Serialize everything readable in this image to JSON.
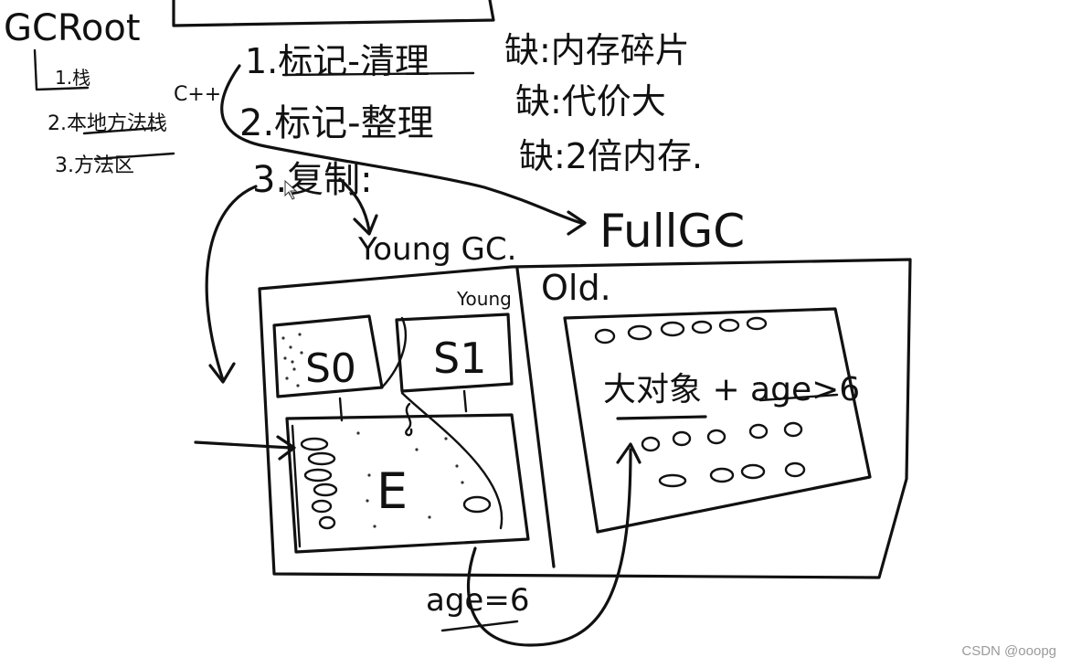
{
  "gc_roots": {
    "title": "GCRoot",
    "items": [
      "1.栈",
      "2.本地方法栈",
      "3.方法区"
    ],
    "extra_note": "C++"
  },
  "algorithms": [
    {
      "name": "1.标记-清理",
      "drawback": "缺:内存碎片"
    },
    {
      "name": "2.标记-整理",
      "drawback": "缺:代价大"
    },
    {
      "name": "3.复制:",
      "drawback": "缺:2倍内存."
    }
  ],
  "gc_types": {
    "young": "Young GC.",
    "full": "FullGC"
  },
  "heap": {
    "young_label": "Young",
    "old_label": "Old.",
    "survivor0": "S0",
    "survivor1": "S1",
    "eden": "E",
    "old_note": "大对象 + age>6",
    "promotion_label": "age=6"
  },
  "watermark": "CSDN @ooopg"
}
